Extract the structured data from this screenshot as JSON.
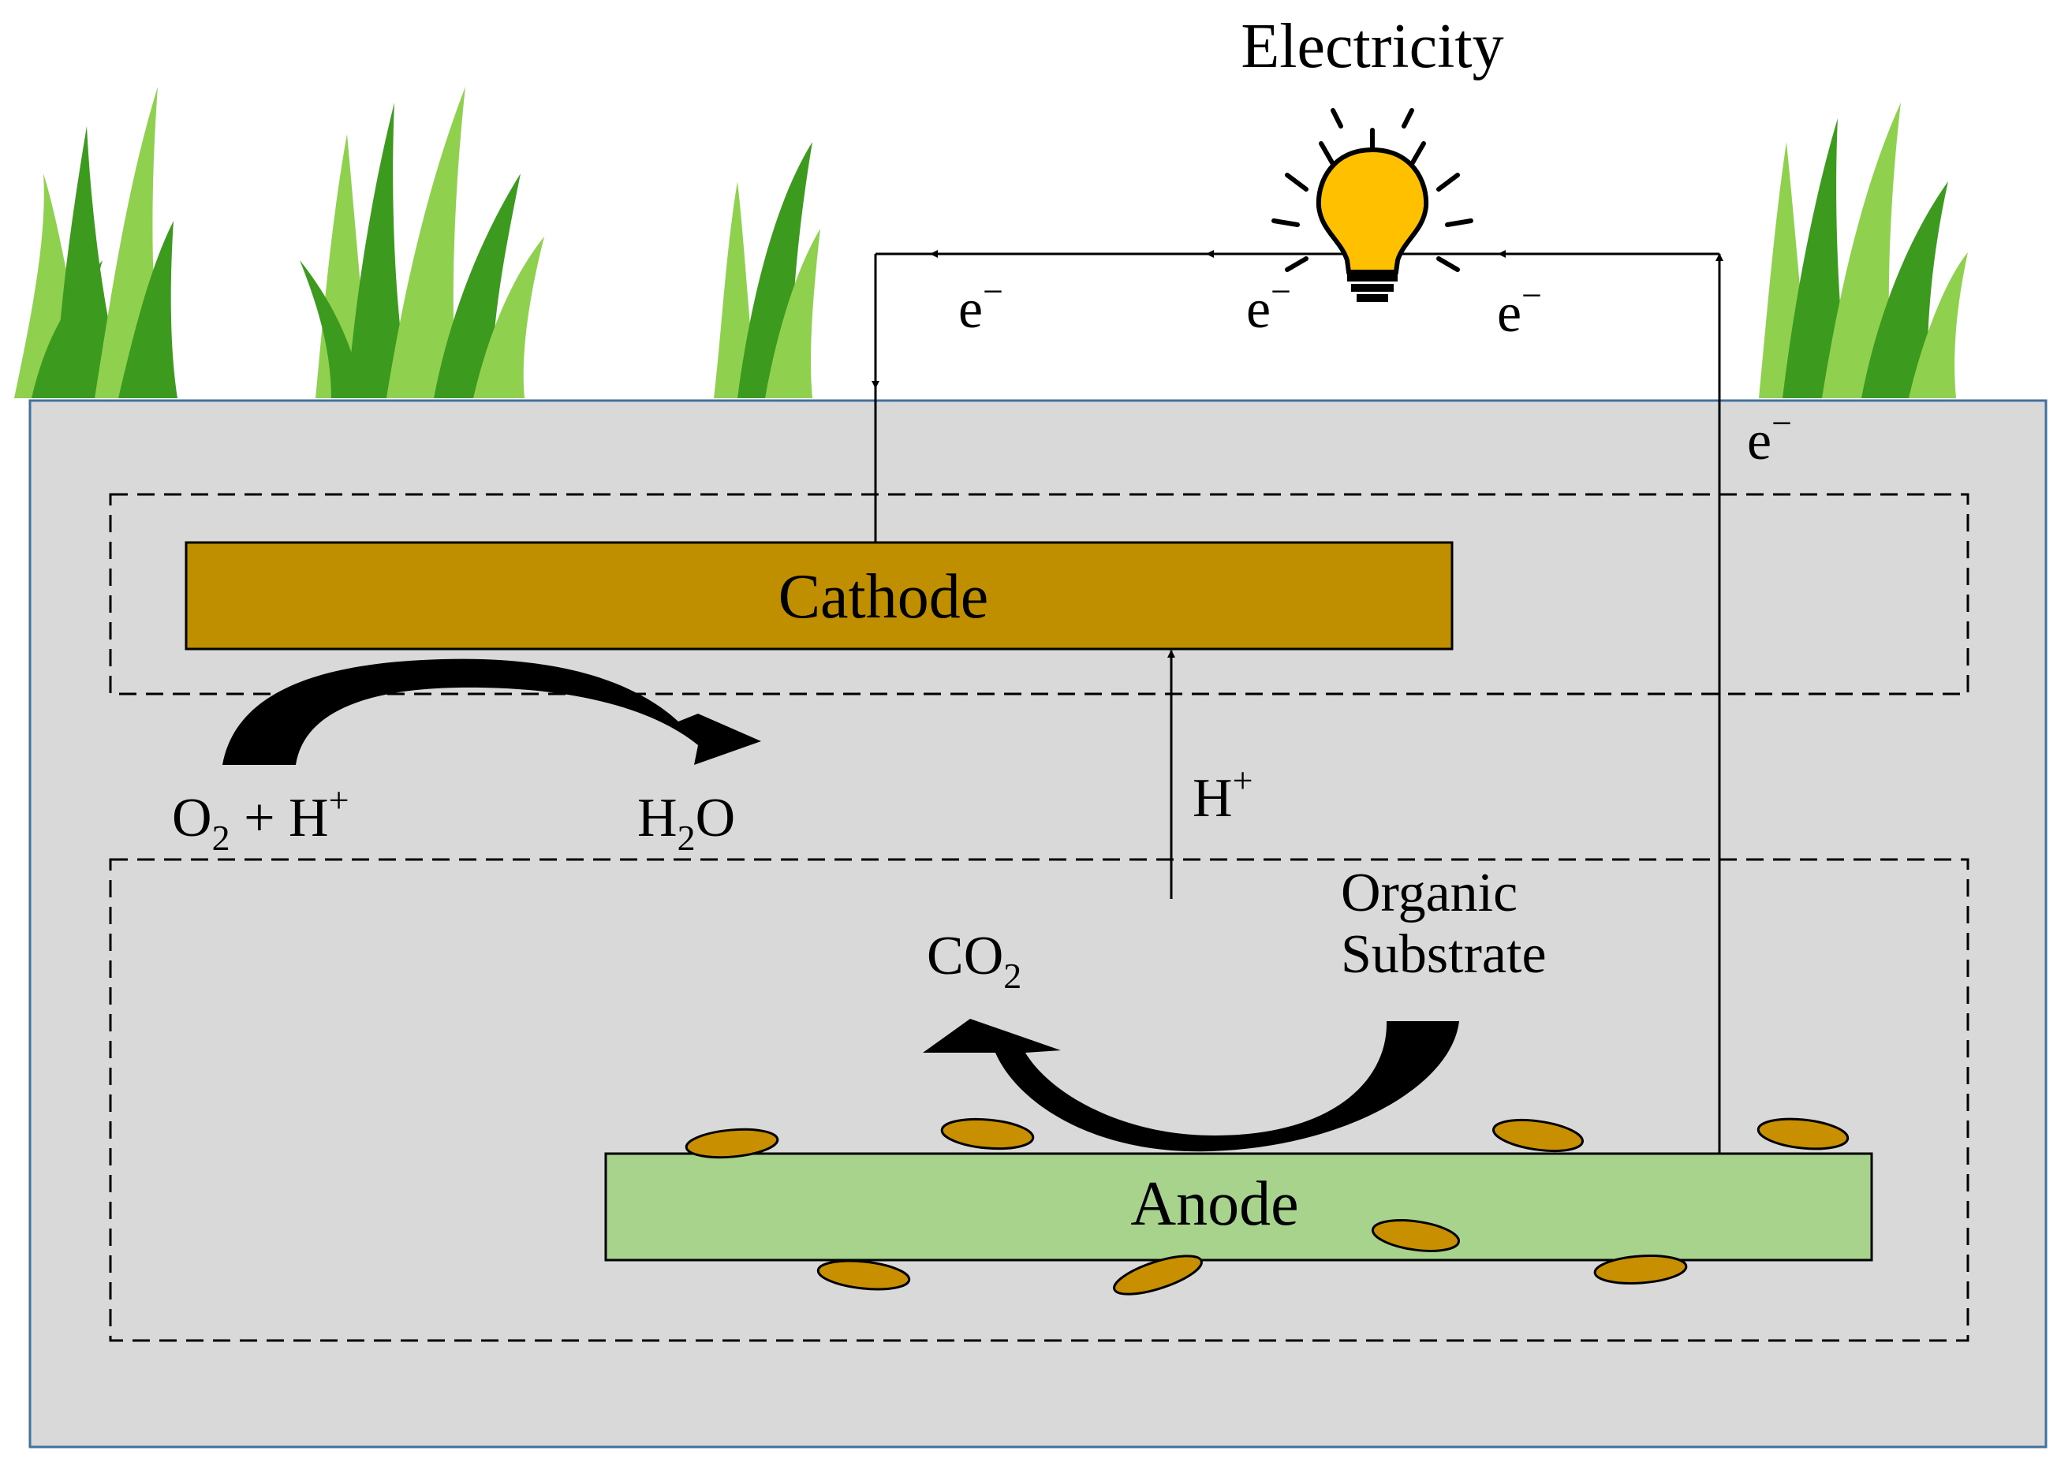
{
  "labels": {
    "electricity": "Electricity",
    "cathode": "Cathode",
    "anode": "Anode",
    "electron": "e",
    "electron_charge": "−",
    "proton_h": "H",
    "proton_charge": "+",
    "o2_o": "O",
    "o2_sub": "2",
    "plus": " + ",
    "h2o_h": "H",
    "h2o_sub": "2",
    "h2o_o": "O",
    "co2_co": "CO",
    "co2_sub": "2",
    "organic_line1": "Organic",
    "organic_line2": "Substrate"
  },
  "colors": {
    "cathode_fill": "#c08f00",
    "anode_fill": "#a8d38d",
    "soil_fill": "#d9d9d9",
    "soil_stroke": "#41719c",
    "bacteria_fill": "#c89000",
    "grass_light": "#8fd14f",
    "grass_dark": "#3c9a1e",
    "bulb_fill": "#ffc000"
  },
  "icons": [
    "grass-clump",
    "light-bulb-icon",
    "bacteria-cell"
  ]
}
